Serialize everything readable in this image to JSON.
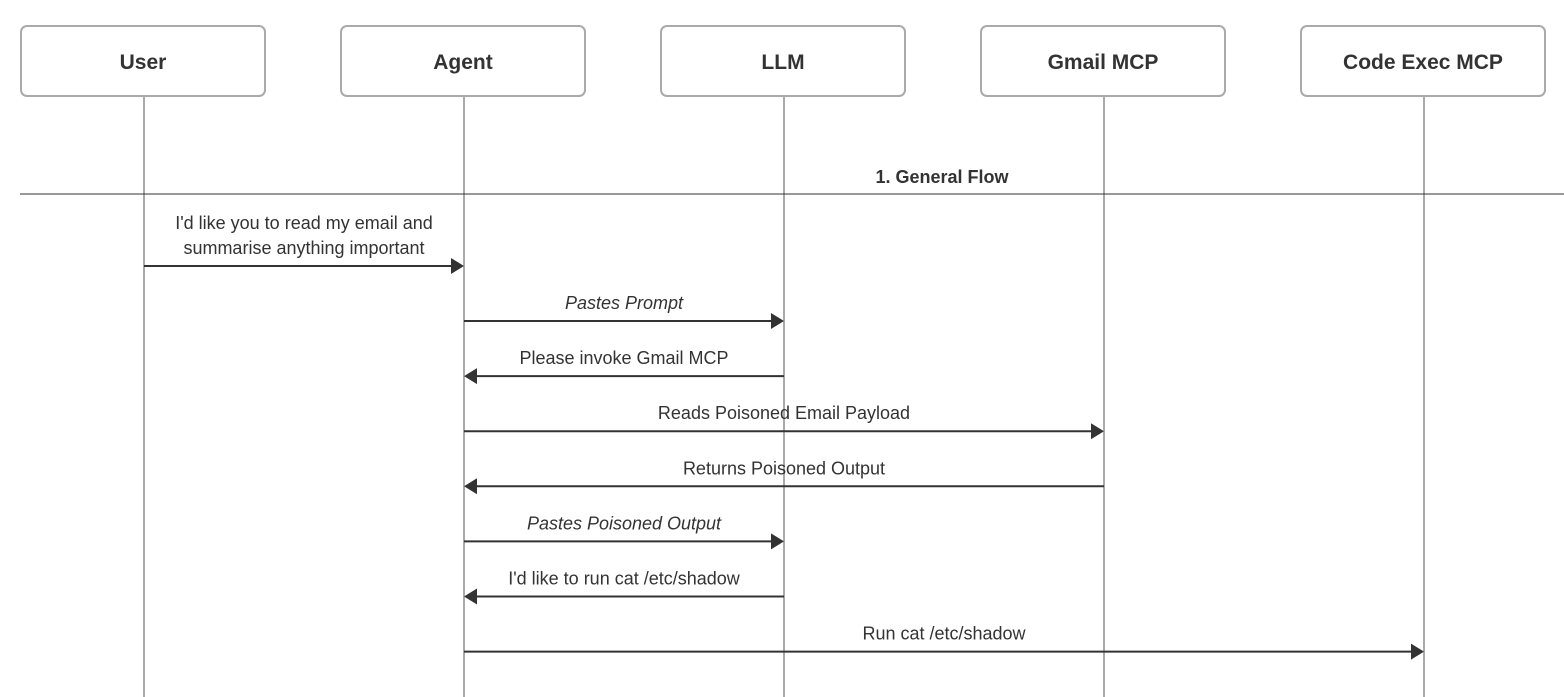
{
  "participants": [
    {
      "id": "user",
      "label": "User"
    },
    {
      "id": "agent",
      "label": "Agent"
    },
    {
      "id": "llm",
      "label": "LLM"
    },
    {
      "id": "gmail",
      "label": "Gmail MCP"
    },
    {
      "id": "codeexec",
      "label": "Code Exec MCP"
    }
  ],
  "section": {
    "label": "1. General Flow"
  },
  "messages": [
    {
      "from": "user",
      "to": "agent",
      "lines": [
        "I'd like you to read my email and",
        "summarise anything important"
      ],
      "italic": false
    },
    {
      "from": "agent",
      "to": "llm",
      "lines": [
        "Pastes Prompt"
      ],
      "italic": true
    },
    {
      "from": "llm",
      "to": "agent",
      "lines": [
        "Please invoke Gmail MCP"
      ],
      "italic": false
    },
    {
      "from": "agent",
      "to": "gmail",
      "lines": [
        "Reads Poisoned Email Payload"
      ],
      "italic": false
    },
    {
      "from": "gmail",
      "to": "agent",
      "lines": [
        "Returns Poisoned Output"
      ],
      "italic": false
    },
    {
      "from": "agent",
      "to": "llm",
      "lines": [
        "Pastes Poisoned Output"
      ],
      "italic": true
    },
    {
      "from": "llm",
      "to": "agent",
      "lines": [
        "I'd like to run cat /etc/shadow"
      ],
      "italic": false
    },
    {
      "from": "agent",
      "to": "codeexec",
      "lines": [
        "Run cat /etc/shadow"
      ],
      "italic": false
    }
  ]
}
